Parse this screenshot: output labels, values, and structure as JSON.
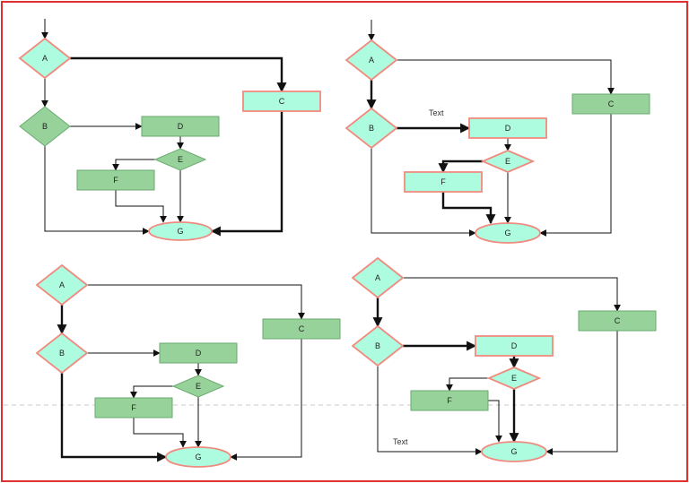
{
  "colors": {
    "frame": "#e03131",
    "shape_light": "#aefce0",
    "shape_dark": "#97d29a",
    "highlight_stroke": "#f08a7e",
    "dark_stroke": "#6aaa70",
    "edge": "#111111",
    "divider": "#c8c8c8"
  },
  "diagrams": [
    {
      "nodes": {
        "A": {
          "label": "A",
          "variant": "highlight"
        },
        "B": {
          "label": "B",
          "variant": "dark"
        },
        "C": {
          "label": "C",
          "variant": "highlight"
        },
        "D": {
          "label": "D",
          "variant": "dark"
        },
        "E": {
          "label": "E",
          "variant": "dark"
        },
        "F": {
          "label": "F",
          "variant": "dark"
        },
        "G": {
          "label": "G",
          "variant": "highlight"
        }
      },
      "annotations": []
    },
    {
      "nodes": {
        "A": {
          "label": "A",
          "variant": "highlight"
        },
        "B": {
          "label": "B",
          "variant": "highlight"
        },
        "C": {
          "label": "C",
          "variant": "dark"
        },
        "D": {
          "label": "D",
          "variant": "highlight"
        },
        "E": {
          "label": "E",
          "variant": "highlight"
        },
        "F": {
          "label": "F",
          "variant": "highlight"
        },
        "G": {
          "label": "G",
          "variant": "highlight"
        }
      },
      "annotations": [
        "Text"
      ]
    },
    {
      "nodes": {
        "A": {
          "label": "A",
          "variant": "highlight"
        },
        "B": {
          "label": "B",
          "variant": "highlight"
        },
        "C": {
          "label": "C",
          "variant": "dark"
        },
        "D": {
          "label": "D",
          "variant": "dark"
        },
        "E": {
          "label": "E",
          "variant": "dark"
        },
        "F": {
          "label": "F",
          "variant": "dark"
        },
        "G": {
          "label": "G",
          "variant": "highlight"
        }
      },
      "annotations": []
    },
    {
      "nodes": {
        "A": {
          "label": "A",
          "variant": "highlight"
        },
        "B": {
          "label": "B",
          "variant": "highlight"
        },
        "C": {
          "label": "C",
          "variant": "dark"
        },
        "D": {
          "label": "D",
          "variant": "highlight"
        },
        "E": {
          "label": "E",
          "variant": "highlight"
        },
        "F": {
          "label": "F",
          "variant": "dark"
        },
        "G": {
          "label": "G",
          "variant": "highlight"
        }
      },
      "annotations": [
        "Text"
      ]
    }
  ]
}
